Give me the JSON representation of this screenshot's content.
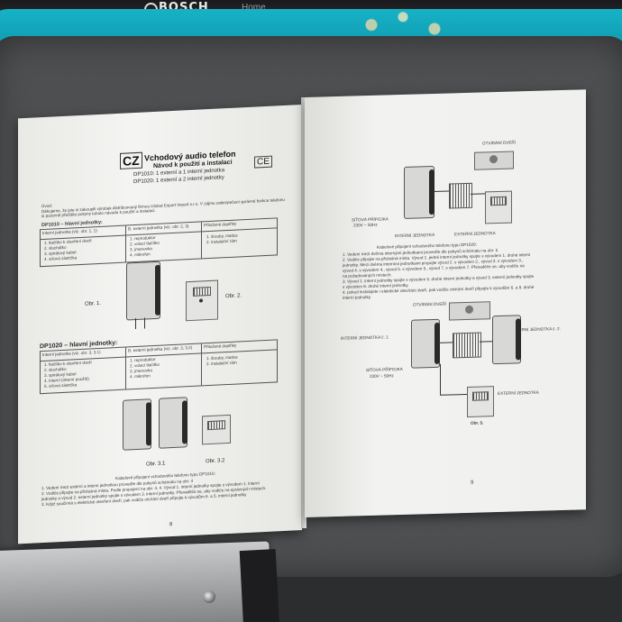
{
  "background": {
    "laptop_brand": "BOSCH",
    "laptop_text": "Home",
    "colors": {
      "felt": "#4c4e50",
      "case": "#17b2c7",
      "paper": "#f3f3f1"
    }
  },
  "left_page": {
    "lang": "CZ",
    "title": "Vchodový audio telefon",
    "subtitle": "Návod k použití a instalaci",
    "model_1": "DP1010: 1 externí a 1 interní jednotka",
    "model_2": "DP1020: 1 externí a 2 interní jednotky",
    "ce_mark": "CE",
    "intro_heading": "Úvod:",
    "intro_text": "Děkujeme, že jste si zakoupili výrobek distribuovaný firmou Global Export Import s.r.o. V zájmu zabezpečení správné funkce telefonu si pozorně přečtěte pokyny tohoto návodu k použití a instalaci.",
    "section_1": "DP1010 – hlavní jednotky:",
    "table_1_headers": [
      "Interní jednotka (viz. obr. 1, 1)",
      "B. externí jednotka (viz. obr. 2, 3)",
      "Přiložené doplňky"
    ],
    "table_1_col1": [
      "1.  tlačítko k otevření dveří",
      "2.  sluchátko",
      "3.  spirálový kabel",
      "4.  síťová zástrčka"
    ],
    "table_1_col2": [
      "1.  reproduktor",
      "2.  volací tlačítko",
      "3.  jmenovka",
      "4.  mikrofon"
    ],
    "table_1_col3": [
      "1.  šrouby, matice",
      "2.  instalační rám"
    ],
    "fig_1": "Obr. 1.",
    "fig_2": "Obr. 2.",
    "section_2": "DP1020 – hlavní jednotky:",
    "table_2_headers": [
      "Interní jednotka (viz. obr. 3, 3.1)",
      "B. externí jednotka (viz. obr. 3, 3.2)",
      "Přiložené doplňky"
    ],
    "table_2_col1": [
      "1.  tlačítko k otevření dveří",
      "2.  sluchátko",
      "3.  spirálový kabel",
      "4.  interní (interní použití)",
      "5.  síťová zástrčka"
    ],
    "table_2_col2": [
      "1.  reproduktor",
      "2.  volací tlačítko",
      "3.  jmenovka",
      "4.  mikrofon"
    ],
    "table_2_col3": [
      "1.  šrouby, matice",
      "2.  instalační rám"
    ],
    "fig_3_1": "Obr. 3.1",
    "fig_3_2": "Obr. 3.2",
    "caption": "Kabelové připojení vchodového telefonu typu DP1010:",
    "steps": [
      "1.  Vedení mezi externí a interní jednotkou proveďte dle pokynů schématu na obr. 4",
      "2.  Vodiče připojte na příslušná místa. Podle propojení na obr. 4, 4. Vývod 1. interní jednotky spojte s vývodem 1. interní",
      "    jednotky a vývod 2. externí jednotky spojte s vývodem 3. interní jednotky. Převaděče se, aby vodiče na správných místech.",
      "3.  Když součinná s elektrické otevření dveří, pak vodiče otvírání dveří připojte k vývodům 6. a 5. interní jednotky"
    ],
    "page_number": "8"
  },
  "right_page": {
    "label_door": "OTVÍRÁNÍ DVEŘÍ",
    "label_power": "SÍŤOVÁ PŘÍPOJKA",
    "label_voltage": "230V ~ 50Hz",
    "label_internal": "INTERNÍ JEDNOTKA",
    "label_external": "EXTERNÍ JEDNOTKA",
    "caption": "Kabelové připojení vchodového telefonu typu DP1020:",
    "steps": [
      "1.  Vedení mezi dvěma internými jednotkami proveďte dle pokynů schématu na obr. 5",
      "2.  Vodiče připojte na příslušná místa. Vývod 1. jedné interní jednotky spojte s vývodem 1. druhé interní",
      "    jednotky. Mezi dvěma interními jednotkami propojte vývod 2. s vývodem 2., vývod 3. s vývodem 3.,",
      "    vývod 4. s vývodem 4., vývod 5. s vývodem 5., vývod 7. s vývodem 7. Převaděče se, aby vodiče na",
      "    na požadovaných místech.",
      "3.  Vývod 1. interní jednotky spojte s vývodem 5. druhé interní jednotky a vývod 3. externí jednotky spojte",
      "    s vývodem 6. druhé interní jednotky.",
      "4.  pokud instalujete i elektrické otevírání dveří, pak vodiče otvírání dveří připojte k vývodům 6. a 8. druhé",
      "    interní jednotky"
    ],
    "label_door_2": "OTVÍRÁNÍ DVEŘÍ",
    "label_internal_1": "INTERNÍ JEDNOTKA č. 1.",
    "label_internal_2": "INTERNÍ JEDNOTKA č. 2.",
    "label_power_2": "SÍŤOVÁ PŘÍPOJKA",
    "label_voltage_2": "230V ~ 50Hz",
    "label_external_2": "EXTERNÍ JEDNOTKA",
    "fig_5": "Obr. 5.",
    "page_number": "9"
  }
}
